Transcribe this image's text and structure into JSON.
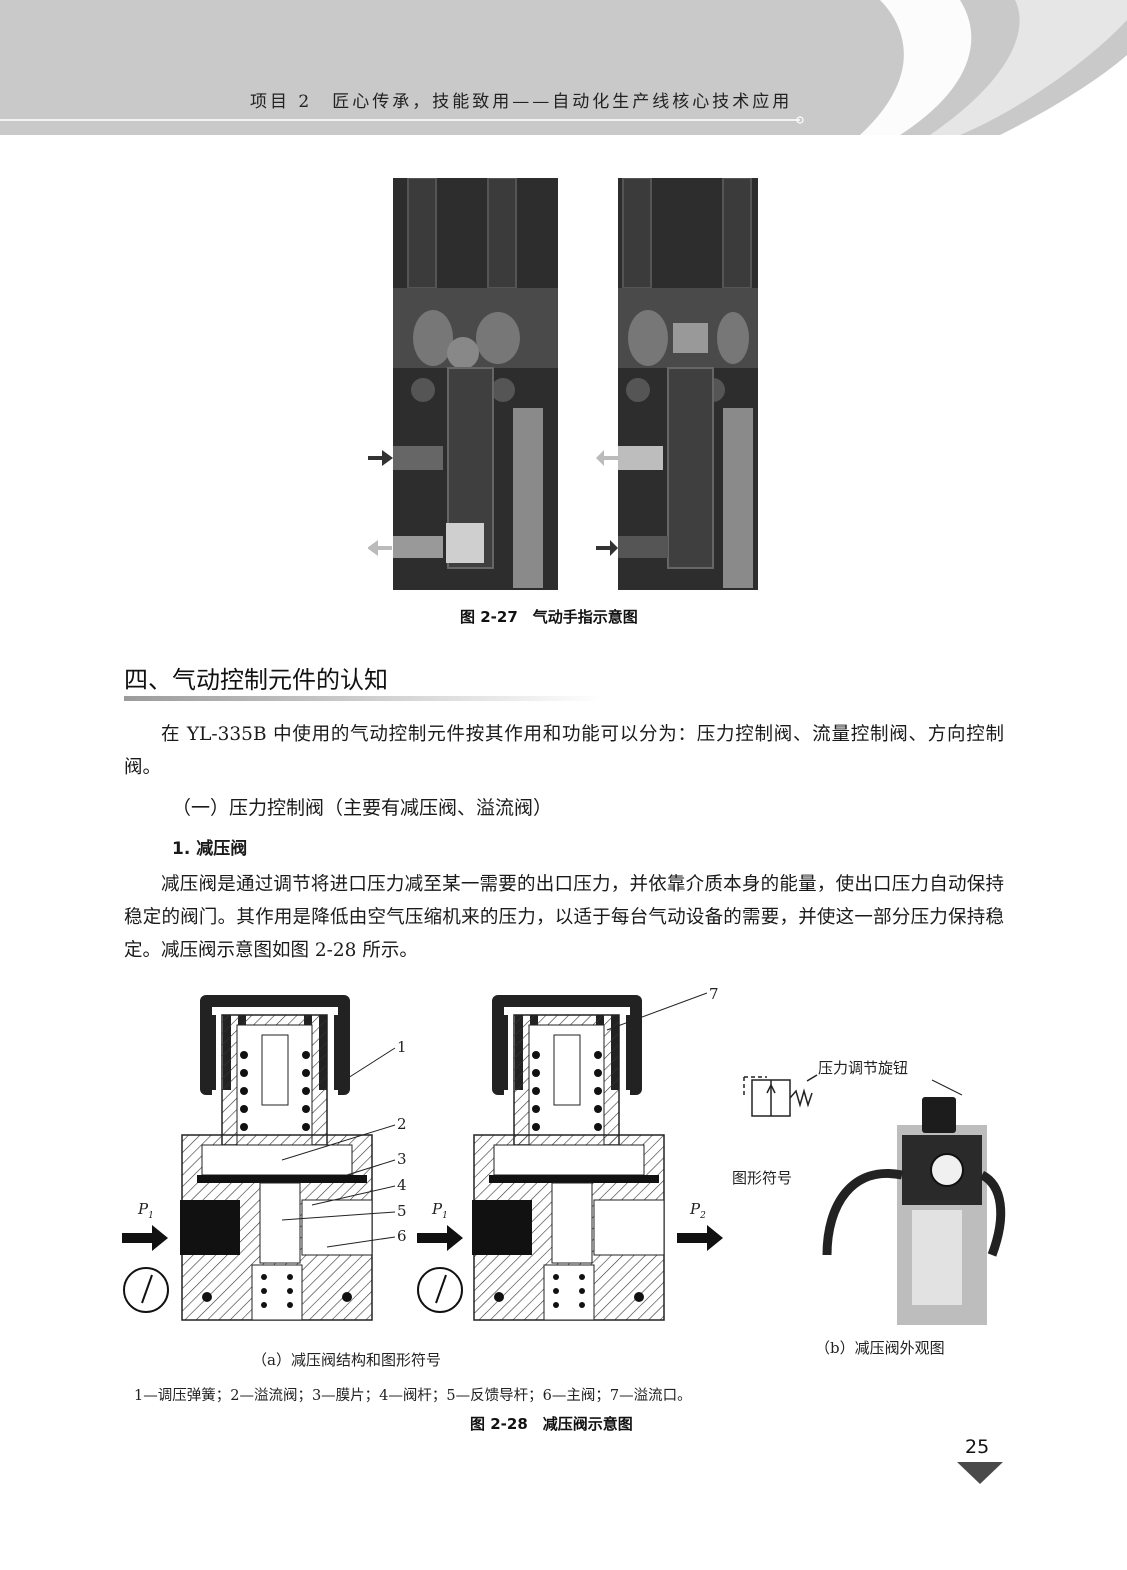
{
  "header": {
    "running_title": "项目 2　匠心传承，技能致用——自动化生产线核心技术应用"
  },
  "figure_2_27": {
    "caption": "图 2-27　气动手指示意图"
  },
  "section": {
    "heading": "四、气动控制元件的认知",
    "intro": "在 YL-335B 中使用的气动控制元件按其作用和功能可以分为：压力控制阀、流量控制阀、方向控制阀。",
    "subheading": "（一）压力控制阀（主要有减压阀、溢流阀）",
    "minor_heading": "1. 减压阀",
    "body": "减压阀是通过调节将进口压力减至某一需要的出口压力，并依靠介质本身的能量，使出口压力自动保持稳定的阀门。其作用是降低由空气压缩机来的压力，以适于每台气动设备的需要，并使这一部分压力保持稳定。减压阀示意图如图 2-28 所示。"
  },
  "figure_2_28": {
    "callouts": [
      "1",
      "2",
      "3",
      "4",
      "5",
      "6",
      "7"
    ],
    "p1_label": "P",
    "p1_sub": "1",
    "p2_label": "P",
    "p2_sub": "2",
    "knob_label": "压力调节旋钮",
    "symbol_label": "图形符号",
    "sub_caption_a": "（a）减压阀结构和图形符号",
    "sub_caption_b": "（b）减压阀外观图",
    "legend": "1—调压弹簧；2—溢流阀；3—膜片；4—阀杆；5—反馈导杆；6—主阀；7—溢流口。",
    "caption": "图 2-28　减压阀示意图"
  },
  "page_number": "25",
  "colors": {
    "header_band": "#c9c9c9",
    "swoosh": "#ffffff",
    "photo_dark": "#2d2d2d",
    "photo_mid": "#6a6a6a"
  }
}
